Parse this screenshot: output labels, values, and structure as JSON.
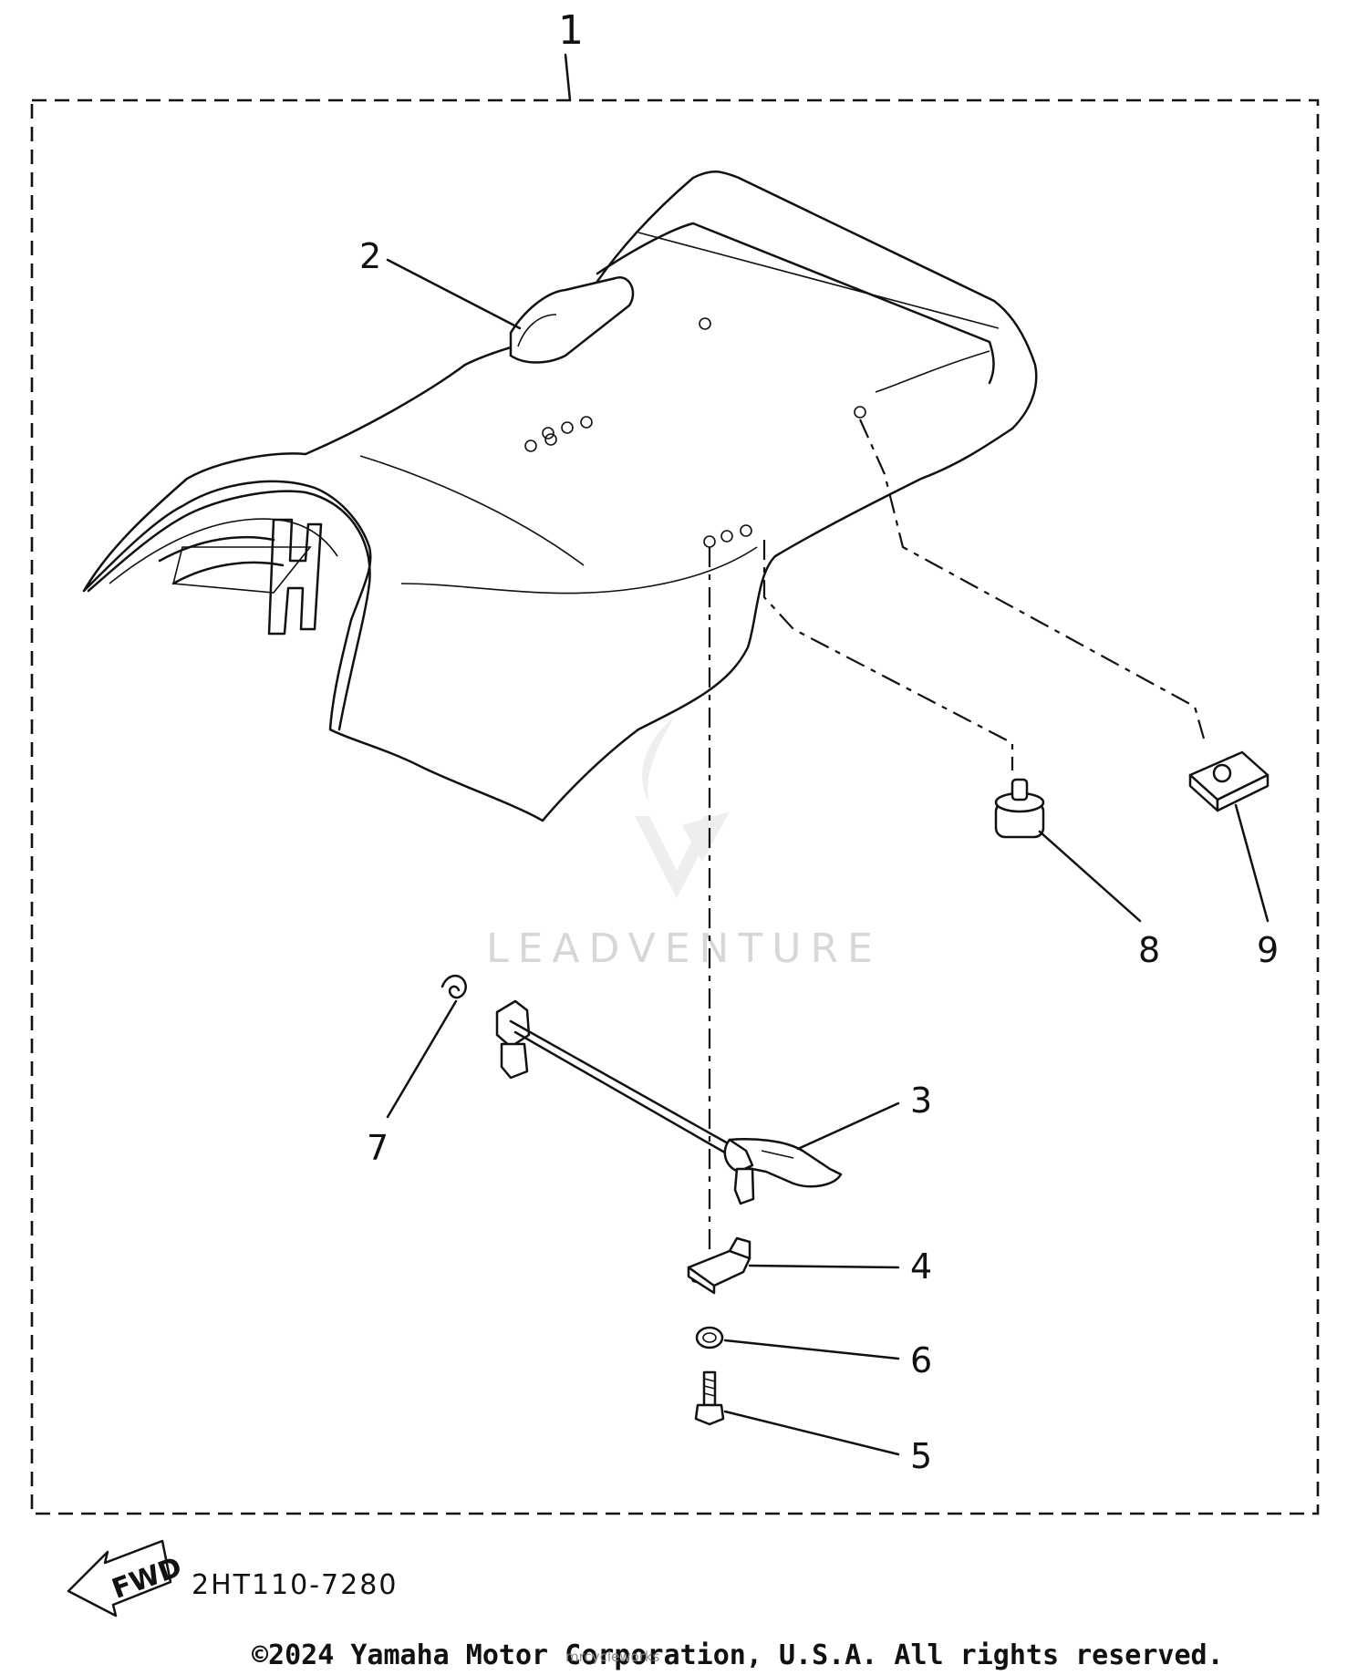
{
  "diagram": {
    "callouts": [
      "1",
      "2",
      "3",
      "4",
      "5",
      "6",
      "7",
      "8",
      "9"
    ],
    "part_code": "2HT110-7280",
    "direction_label": "FWD",
    "copyright": "©2024 Yamaha Motor Corporation, U.S.A. All rights reserved.",
    "watermark": {
      "brand": "LEADVENTURE",
      "sub": "mrcycleworks"
    }
  }
}
